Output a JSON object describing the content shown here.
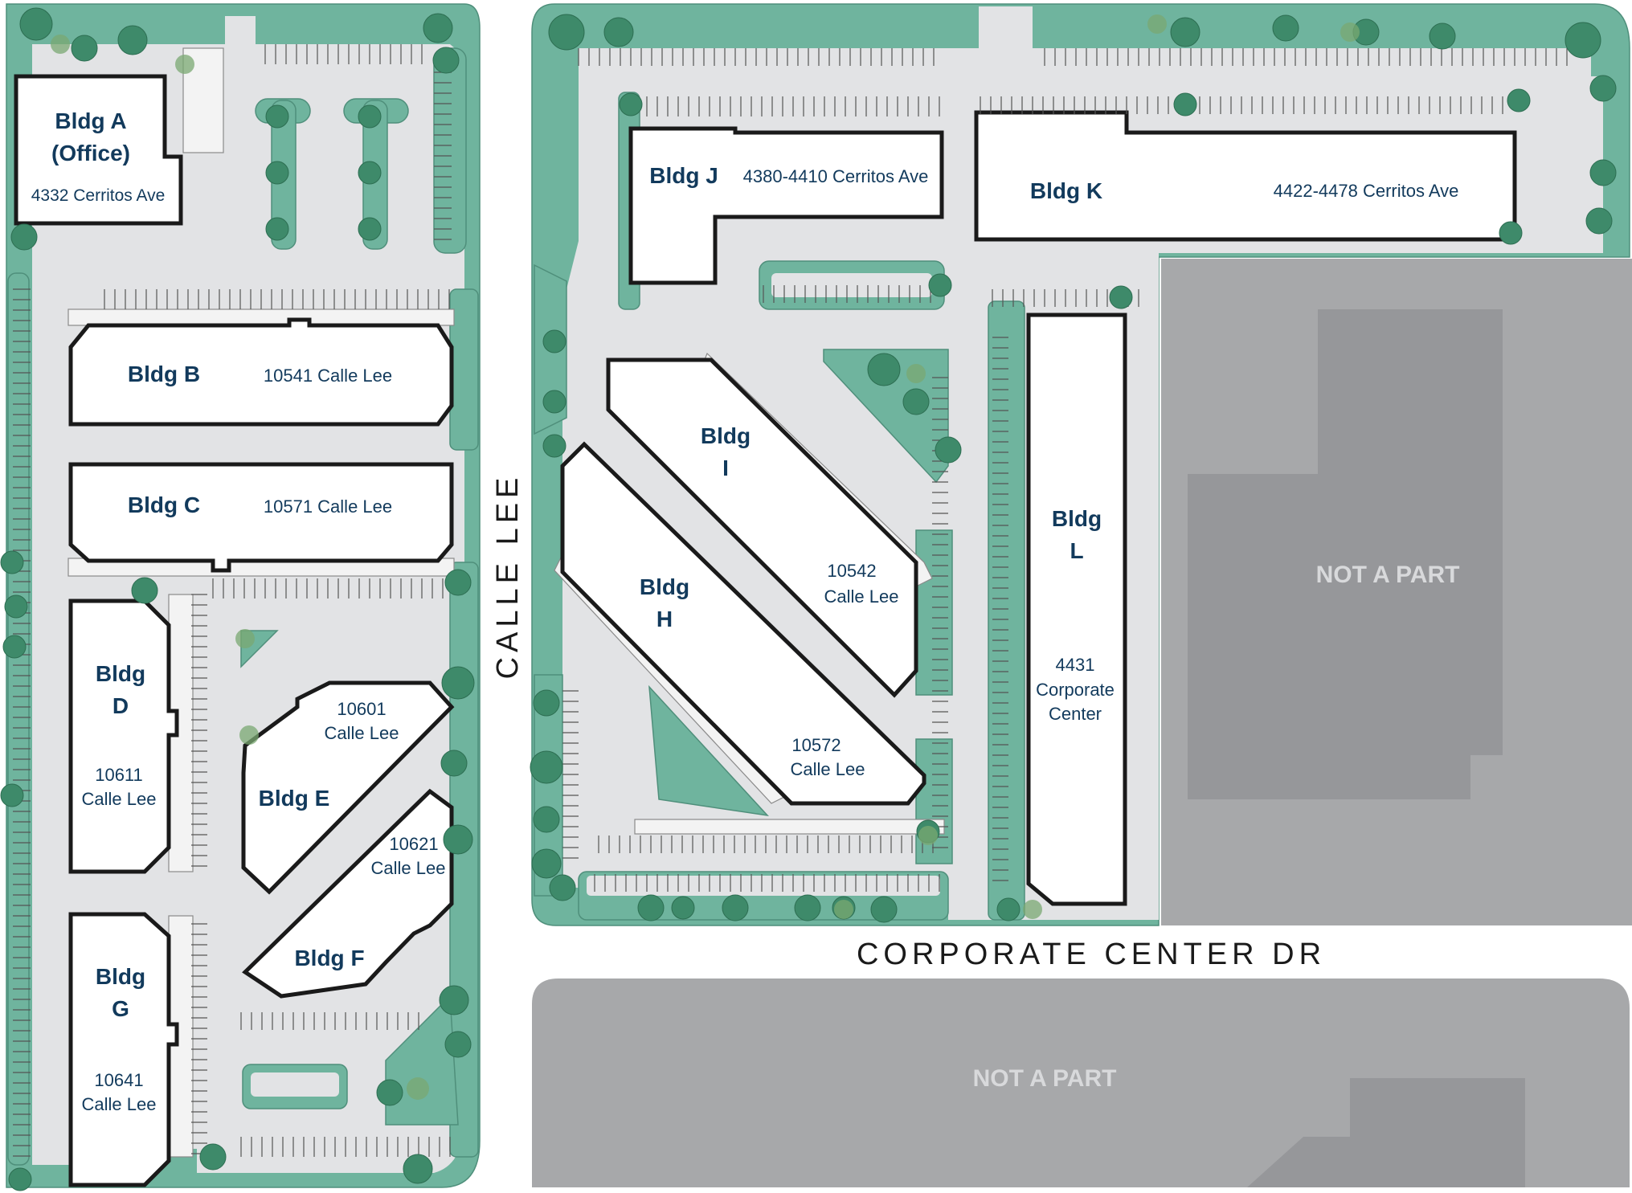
{
  "buildings": {
    "a": {
      "name": "Bldg A",
      "name2": "(Office)",
      "address": "4332 Cerritos Ave"
    },
    "b": {
      "name": "Bldg B",
      "address": "10541 Calle Lee"
    },
    "c": {
      "name": "Bldg C",
      "address": "10571 Calle Lee"
    },
    "d": {
      "name": "Bldg",
      "name2": "D",
      "address": "10611",
      "address2": "Calle Lee"
    },
    "e": {
      "name": "Bldg E",
      "address": "10601",
      "address2": "Calle Lee"
    },
    "f": {
      "name": "Bldg F",
      "address": "10621",
      "address2": "Calle Lee"
    },
    "g": {
      "name": "Bldg",
      "name2": "G",
      "address": "10641",
      "address2": "Calle Lee"
    },
    "h": {
      "name": "Bldg",
      "name2": "H",
      "address": "10572",
      "address2": "Calle Lee"
    },
    "i": {
      "name": "Bldg",
      "name2": "I",
      "address": "10542",
      "address2": "Calle Lee"
    },
    "j": {
      "name": "Bldg J",
      "address": "4380-4410 Cerritos Ave"
    },
    "k": {
      "name": "Bldg K",
      "address": "4422-4478 Cerritos Ave"
    },
    "l": {
      "name": "Bldg",
      "name2": "L",
      "address": "4431",
      "address2": "Corporate",
      "address3": "Center"
    }
  },
  "streets": {
    "calle_lee": "CALLE LEE",
    "corporate_center": "CORPORATE CENTER DR"
  },
  "not_a_part": {
    "east": "NOT A PART",
    "south": "NOT A PART"
  },
  "colors": {
    "landscape": "#6fb49e",
    "trees": "#3e8a6a",
    "parking": "#e2e3e5",
    "not_a_part": "#a7a8aa",
    "label": "#123a5c"
  }
}
